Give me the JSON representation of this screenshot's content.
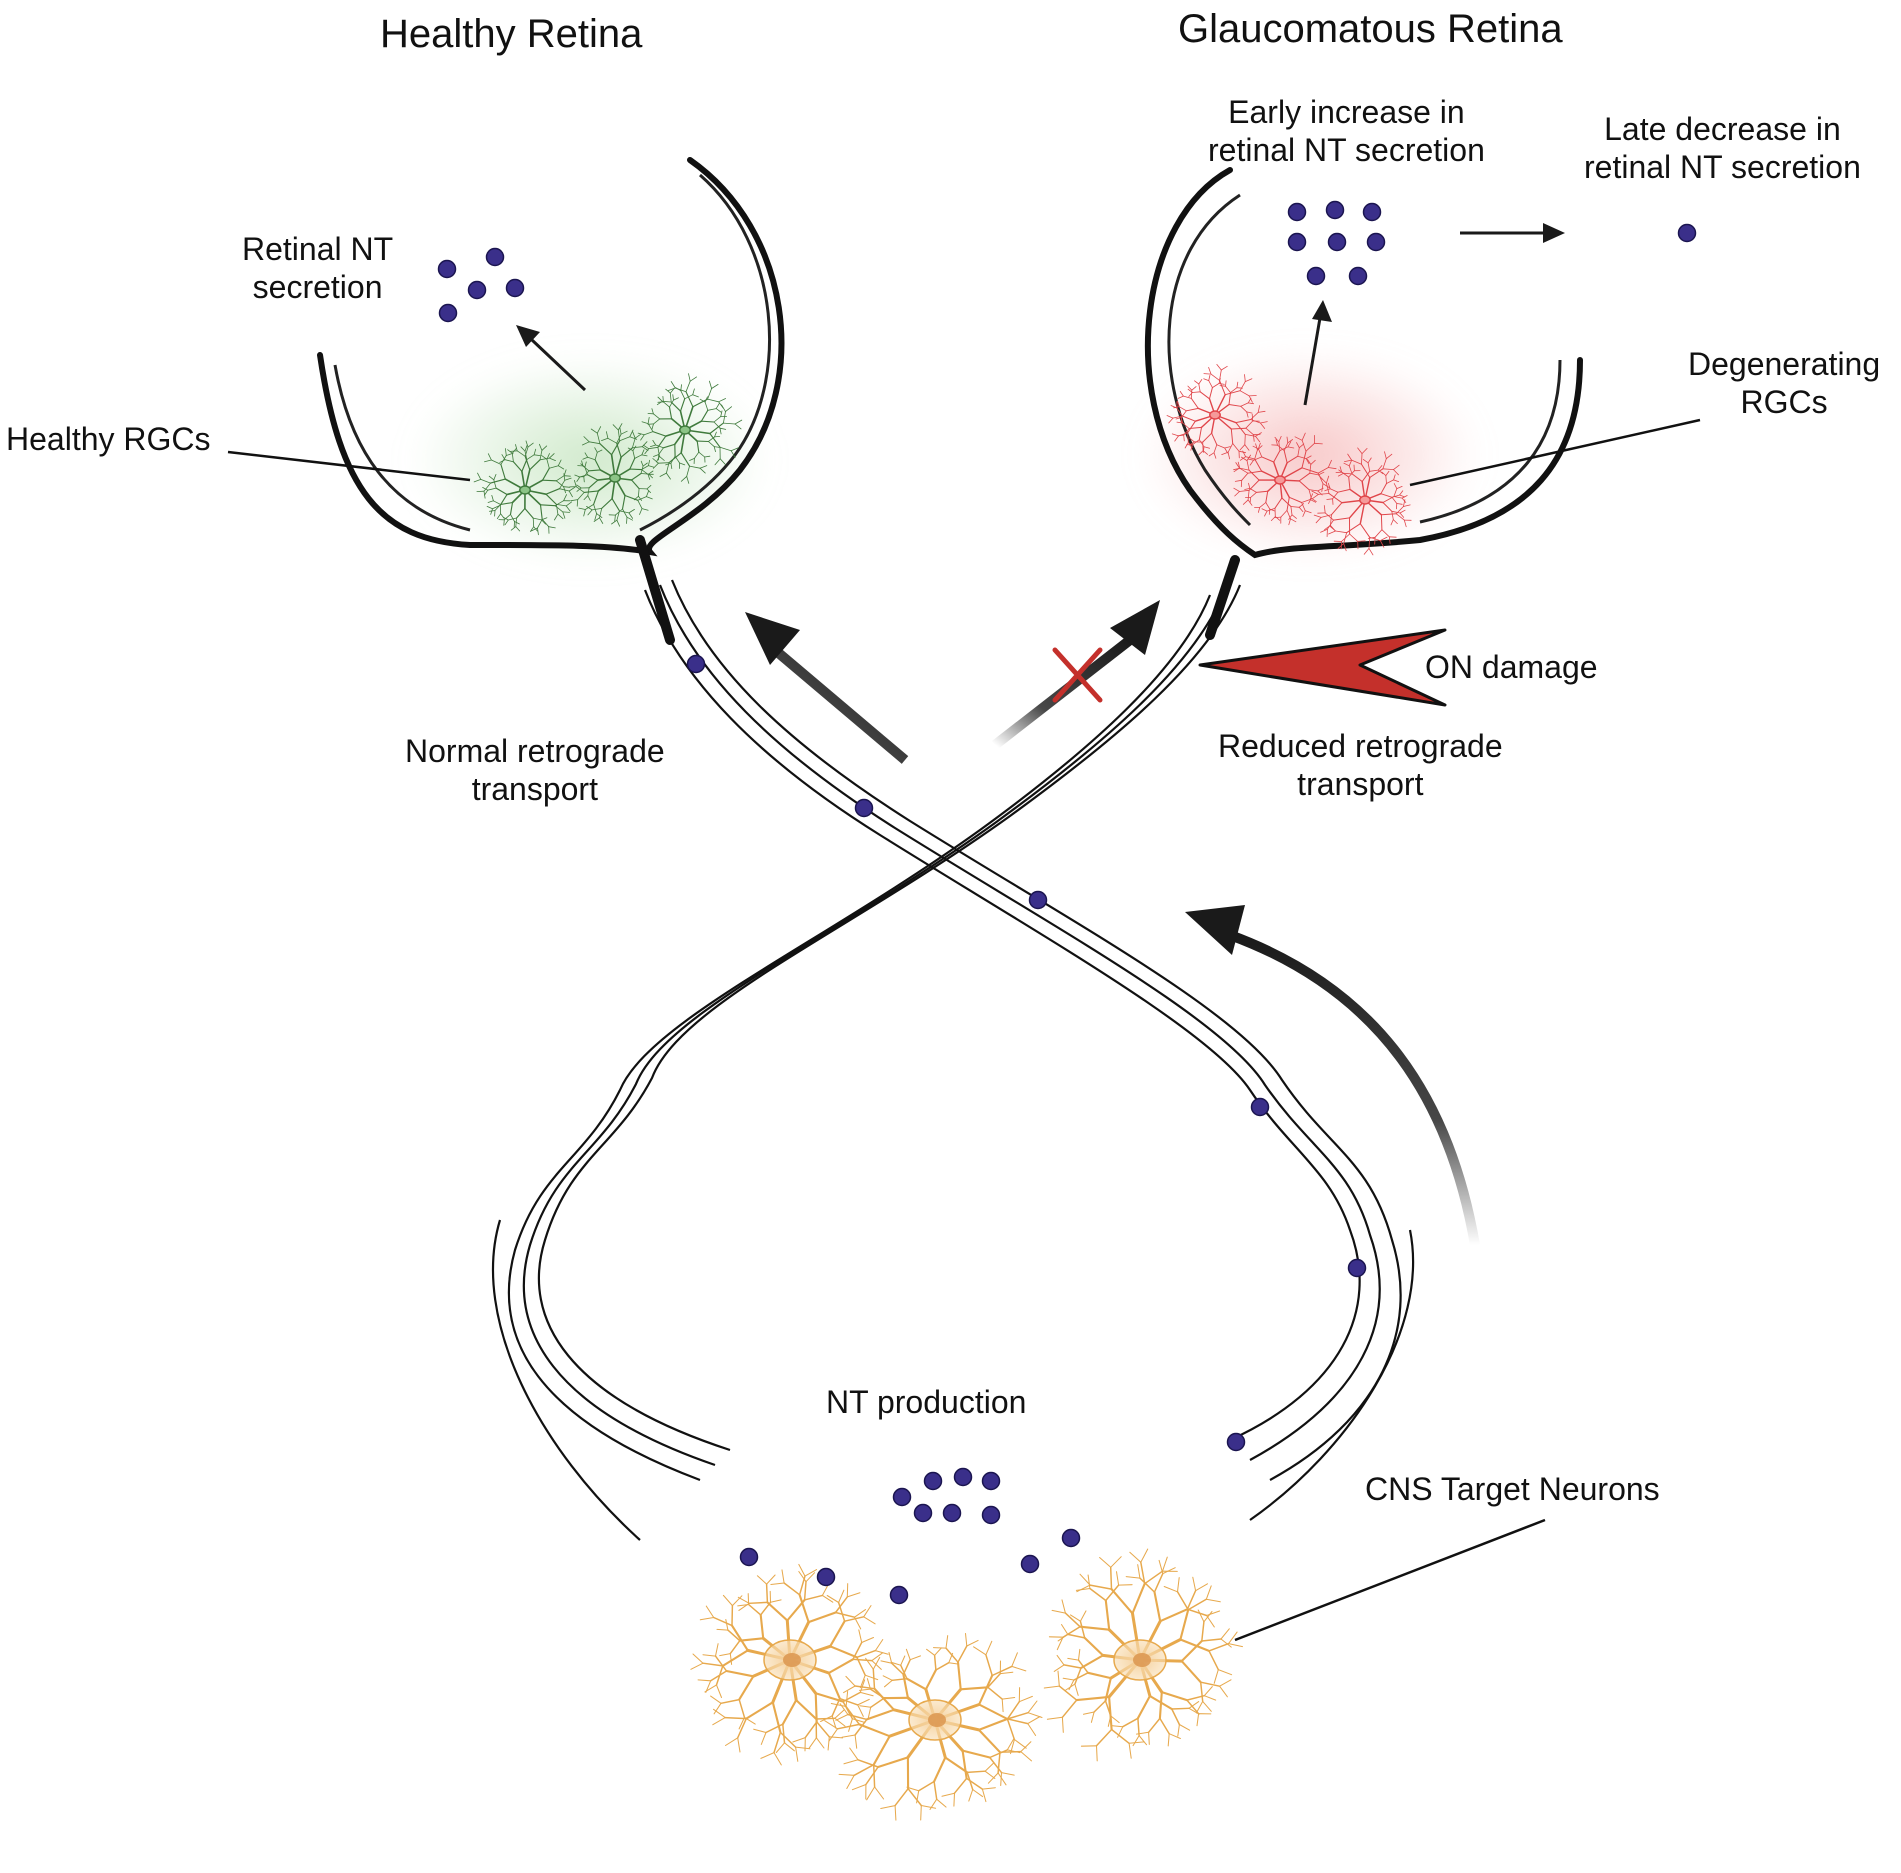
{
  "titles": {
    "healthy": "Healthy Retina",
    "glaucomatous": "Glaucomatous Retina"
  },
  "healthy": {
    "nt_secretion": [
      "Retinal NT",
      "secretion"
    ],
    "rgcs": "Healthy RGCs",
    "transport": [
      "Normal retrograde",
      "transport"
    ]
  },
  "glaucoma": {
    "early": [
      "Early increase in",
      "retinal NT secretion"
    ],
    "late": [
      "Late decrease in",
      "retinal NT secretion"
    ],
    "rgcs": [
      "Degenerating",
      "RGCs"
    ],
    "damage": "ON damage",
    "transport": [
      "Reduced retrograde",
      "transport"
    ]
  },
  "brain": {
    "production": "NT production",
    "neurons": "CNS Target Neurons"
  },
  "colors": {
    "nt_dot": "#3a2f8a",
    "healthy_rgc": "#3f7a3c",
    "healthy_glow": "#cde8c8",
    "degenerating_rgc": "#e0454a",
    "degenerating_glow": "#f7c5c5",
    "damage_wedge": "#c4302b",
    "neuron": "#e7a94d",
    "neuron_soma": "#f4cf9a",
    "arrow": "#1a1a1a"
  }
}
